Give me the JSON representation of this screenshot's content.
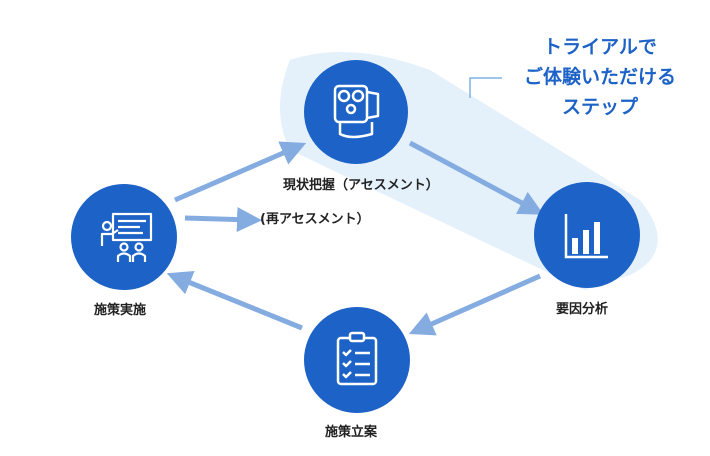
{
  "nodes": {
    "assessment": {
      "label": "現状把握（アセスメント）",
      "icon": "camera-robot-icon"
    },
    "analysis": {
      "label": "要因分析",
      "icon": "bar-chart-icon"
    },
    "planning": {
      "label": "施策立案",
      "icon": "clipboard-checklist-icon"
    },
    "implementation": {
      "label": "施策実施",
      "icon": "presentation-icon"
    }
  },
  "reassessment_label": "(再アセスメント）",
  "trial_callout": {
    "lines": [
      "トライアルで",
      "ご体験いただける",
      "ステップ"
    ]
  },
  "colors": {
    "node_fill": "#1c62c7",
    "arrow": "#84ace0",
    "highlight_band": "#e4f1fb",
    "callout_text": "#1c62c7"
  }
}
